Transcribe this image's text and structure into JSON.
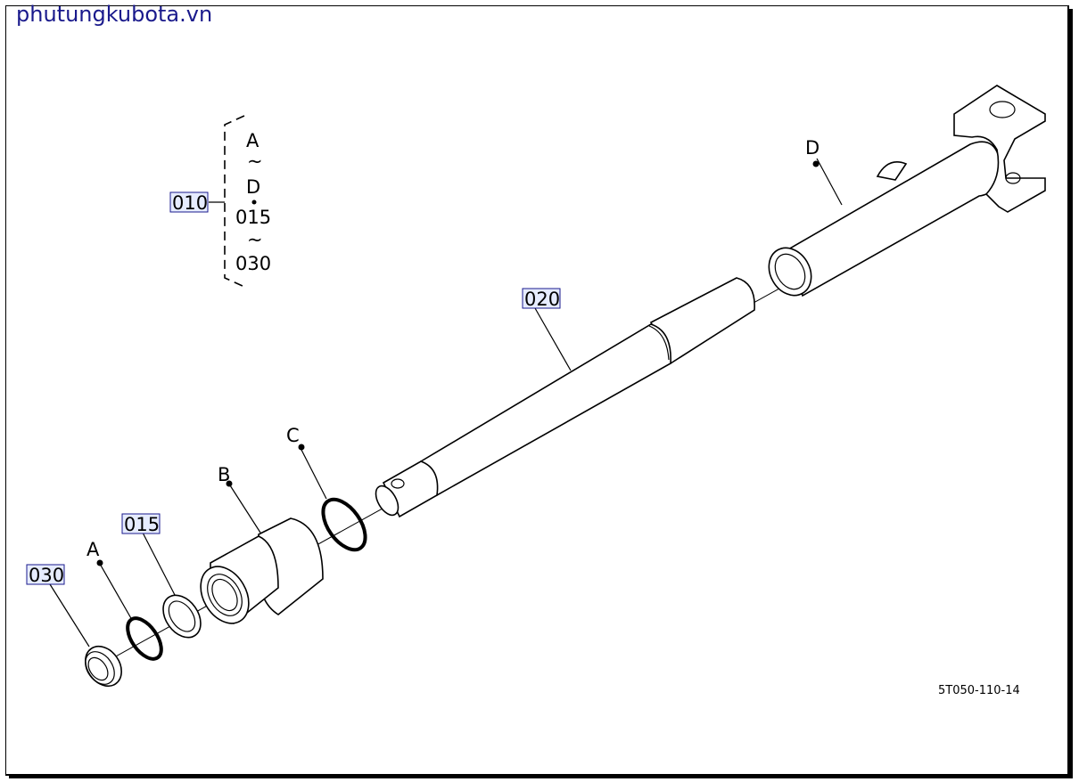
{
  "watermark": "phutungkubota.vn",
  "drawing_code": "5T050-110-14",
  "callouts": {
    "assembly": "010",
    "tube": "020",
    "seal_015": "015",
    "seal_030": "030"
  },
  "letters": {
    "a": "A",
    "b": "B",
    "c": "C",
    "d": "D"
  },
  "bracket_key": {
    "line1": "A",
    "line2": "~",
    "line3": "D",
    "line4": "015",
    "line5": "~",
    "line6": "030"
  }
}
